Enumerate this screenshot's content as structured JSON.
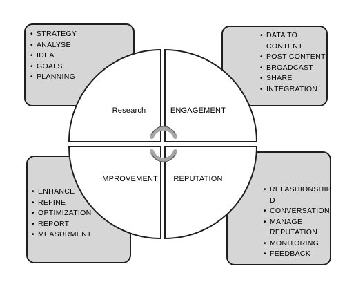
{
  "boxes": {
    "top_left": [
      "STRATEGY",
      "ANALYSE",
      "IDEA",
      "GOALS",
      "PLANNING"
    ],
    "top_right": [
      "DATA TO CONTENT",
      "POST CONTENT",
      "BROADCAST",
      "SHARE",
      "INTEGRATION"
    ],
    "bottom_left": [
      "ENHANCE",
      "REFINE",
      "OPTIMIZATION",
      "REPORT",
      "MEASURMENT"
    ],
    "bottom_right": [
      "RELASHIONSHIP D",
      "CONVERSATION",
      "MANAGE REPUTATION",
      "MONITORING",
      "FEEDBACK"
    ]
  },
  "quadrants": {
    "top_left": "Research",
    "top_right": "ENGAGEMENT",
    "bottom_left": "IMPROVEMENT",
    "bottom_right": "REPUTATION"
  },
  "colors": {
    "box_fill": "#d6d6d6",
    "outline": "#1f1f1f",
    "arrow": "#a6a6a6"
  }
}
